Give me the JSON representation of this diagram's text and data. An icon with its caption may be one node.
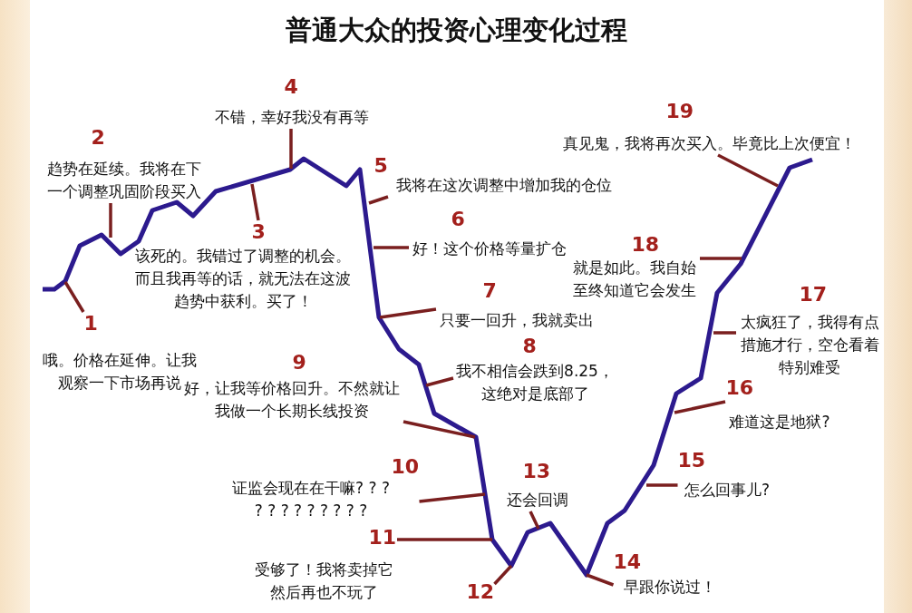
{
  "diagram": {
    "title": "普通大众的投资心理变化过程",
    "nodes": [
      {
        "text": [
          "1",
          "哦。价格在延伸。让我观察一下市场再说"
        ]
      },
      {
        "text": [
          "2",
          "趋势在延续。我将在下一个调整巩固阶段买入"
        ]
      },
      {
        "text": [
          "3",
          "该死的。我错过了调整的机会。而且我再等的话，就无法在这波趋势中获利。买了！"
        ]
      },
      {
        "text": [
          "4",
          "不错，幸好我没有再等"
        ]
      },
      {
        "text": [
          "5",
          "我将在这次调整中增加我的仓位"
        ]
      },
      {
        "text": [
          "6",
          "好！这个价格等量扩仓"
        ]
      },
      {
        "text": [
          "7",
          "只要一回升，我就卖出"
        ]
      },
      {
        "text": [
          "8",
          "我不相信会跌到8.25，这绝对是底部了"
        ]
      },
      {
        "text": [
          "9",
          "好，让我等价格回升。不然就让我做一个长期长线投资"
        ]
      },
      {
        "text": [
          "10",
          "证监会现在在干嘛? ? ? ? ? ? ? ? ? ? ? ?"
        ]
      },
      {
        "text": [
          "11",
          "受够了！我将卖掉它然后再也不玩了"
        ]
      },
      {
        "text": [
          "12"
        ]
      },
      {
        "text": [
          "13",
          "还会回调"
        ]
      },
      {
        "text": [
          "14",
          "早跟你说过！"
        ]
      },
      {
        "text": [
          "15",
          "怎么回事儿?"
        ]
      },
      {
        "text": [
          "16",
          "难道这是地狱?"
        ]
      },
      {
        "text": [
          "17",
          "太疯狂了，我得有点措施才行，空仓看着特别难受"
        ]
      },
      {
        "text": [
          "18",
          "就是如此。我自始至终知道它会发生"
        ]
      },
      {
        "text": [
          "19",
          "真见鬼，我将再次买入。毕竟比上次便宜！"
        ]
      }
    ],
    "edges": [
      {
        "from": 0,
        "to": null,
        "arrow": "none"
      },
      {
        "from": 1,
        "to": null,
        "arrow": "none"
      },
      {
        "from": 2,
        "to": null,
        "arrow": "none"
      },
      {
        "from": 3,
        "to": null,
        "arrow": "none"
      },
      {
        "from": 4,
        "to": null,
        "arrow": "none"
      },
      {
        "from": 5,
        "to": null,
        "arrow": "none"
      },
      {
        "from": 6,
        "to": null,
        "arrow": "none"
      },
      {
        "from": 7,
        "to": null,
        "arrow": "none"
      },
      {
        "from": 8,
        "to": null,
        "arrow": "none"
      },
      {
        "from": 9,
        "to": null,
        "arrow": "none"
      },
      {
        "from": 10,
        "to": null,
        "arrow": "none"
      },
      {
        "from": 11,
        "to": null,
        "arrow": "none"
      },
      {
        "from": 12,
        "to": null,
        "arrow": "none"
      },
      {
        "from": 13,
        "to": null,
        "arrow": "none"
      },
      {
        "from": 14,
        "to": null,
        "arrow": "none"
      },
      {
        "from": 15,
        "to": null,
        "arrow": "none"
      },
      {
        "from": 16,
        "to": null,
        "arrow": "none"
      },
      {
        "from": 17,
        "to": null,
        "arrow": "none"
      },
      {
        "from": 18,
        "to": null,
        "arrow": "none"
      }
    ]
  }
}
